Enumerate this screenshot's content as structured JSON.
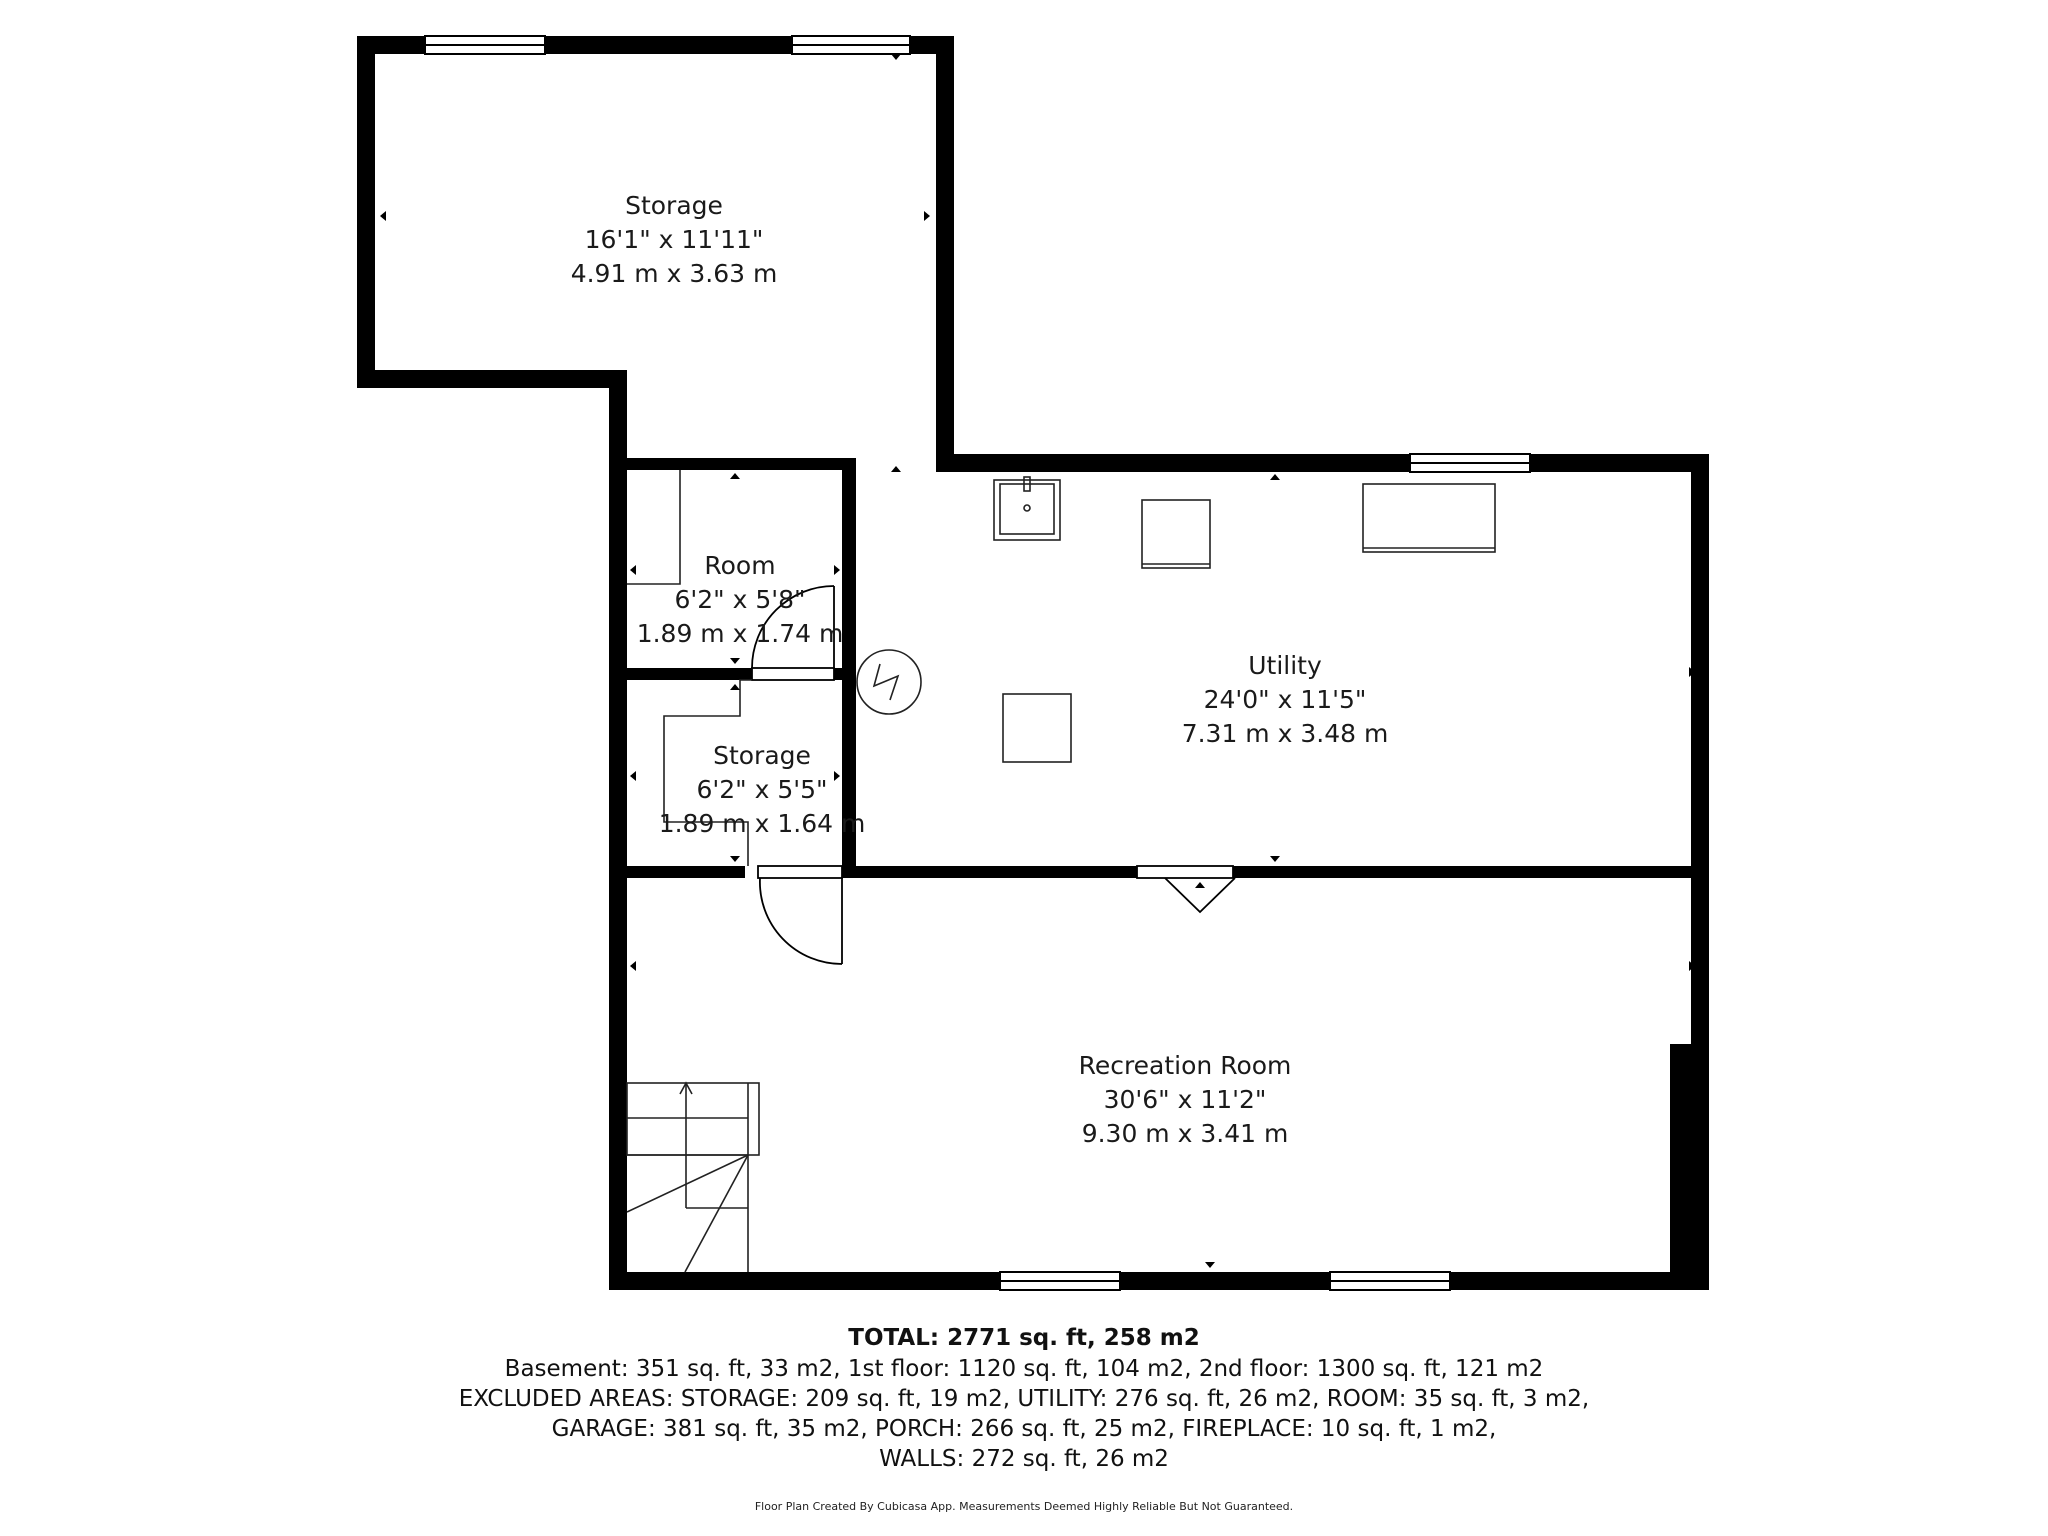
{
  "rooms": [
    {
      "name": "Storage",
      "dim_imperial": "16'1\" x 11'11\"",
      "dim_metric": "4.91 m x 3.63 m"
    },
    {
      "name": "Room",
      "dim_imperial": "6'2\" x 5'8\"",
      "dim_metric": "1.89 m x 1.74 m"
    },
    {
      "name": "Storage",
      "dim_imperial": "6'2\" x 5'5\"",
      "dim_metric": "1.89 m x 1.64 m"
    },
    {
      "name": "Utility",
      "dim_imperial": "24'0\" x 11'5\"",
      "dim_metric": "7.31 m x 3.48 m"
    },
    {
      "name": "Recreation Room",
      "dim_imperial": "30'6\" x 11'2\"",
      "dim_metric": "9.30 m x 3.41 m"
    }
  ],
  "summary": {
    "total": "TOTAL: 2771 sq. ft, 258 m2",
    "lines": [
      "Basement: 351 sq. ft, 33 m2, 1st floor: 1120 sq. ft, 104 m2, 2nd floor: 1300 sq. ft, 121 m2",
      "EXCLUDED AREAS: STORAGE: 209 sq. ft, 19 m2, UTILITY: 276 sq. ft, 26 m2, ROOM: 35 sq. ft, 3 m2,",
      "GARAGE: 381 sq. ft, 35 m2, PORCH: 266 sq. ft, 25 m2, FIREPLACE: 10 sq. ft, 1 m2,",
      "WALLS: 272 sq. ft, 26 m2"
    ]
  },
  "credit": "Floor Plan Created By Cubicasa App. Measurements Deemed Highly Reliable But Not Guaranteed.",
  "colors": {
    "wall": "#000000",
    "background": "#ffffff",
    "fixture": "#333333"
  }
}
